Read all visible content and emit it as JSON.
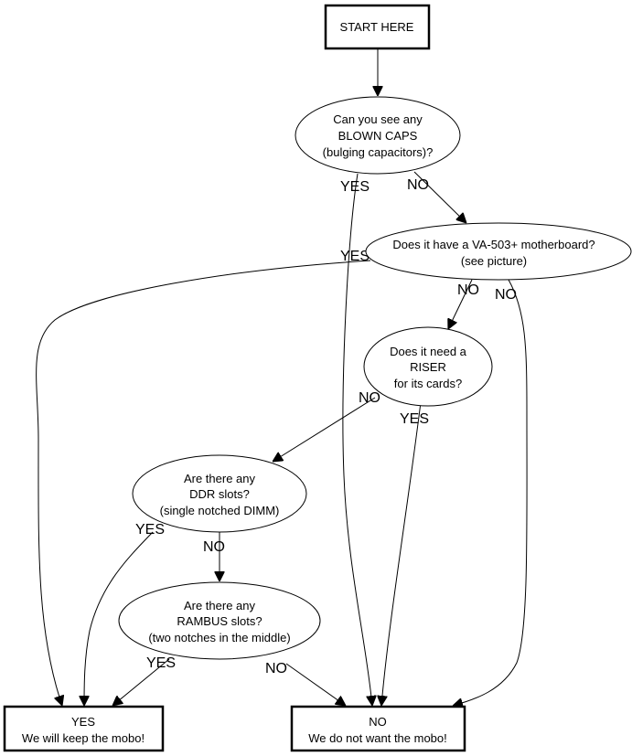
{
  "diagram": {
    "nodes": {
      "start": {
        "lines": [
          "START HERE"
        ]
      },
      "caps": {
        "lines": [
          "Can you see any",
          "BLOWN CAPS",
          "(bulging capacitors)?"
        ]
      },
      "va503": {
        "lines": [
          "Does it have a VA-503+ motherboard?",
          "(see picture)"
        ]
      },
      "riser": {
        "lines": [
          "Does it need a",
          "RISER",
          "for its cards?"
        ]
      },
      "ddr": {
        "lines": [
          "Are there any",
          "DDR slots?",
          "(single notched DIMM)"
        ]
      },
      "rambus": {
        "lines": [
          "Are there any",
          "RAMBUS slots?",
          "(two notches in the middle)"
        ]
      },
      "keep": {
        "lines": [
          "YES",
          "We will keep the mobo!"
        ]
      },
      "reject": {
        "lines": [
          "NO",
          "We do not want the mobo!"
        ]
      }
    },
    "edges": {
      "start_caps": "",
      "caps_yes": "YES",
      "caps_no": "NO",
      "va503_yes": "YES",
      "va503_no_riser": "NO",
      "va503_no_reject": "NO",
      "riser_no": "NO",
      "riser_yes": "YES",
      "ddr_yes": "YES",
      "ddr_no": "NO",
      "rambus_yes": "YES",
      "rambus_no": "NO"
    }
  }
}
